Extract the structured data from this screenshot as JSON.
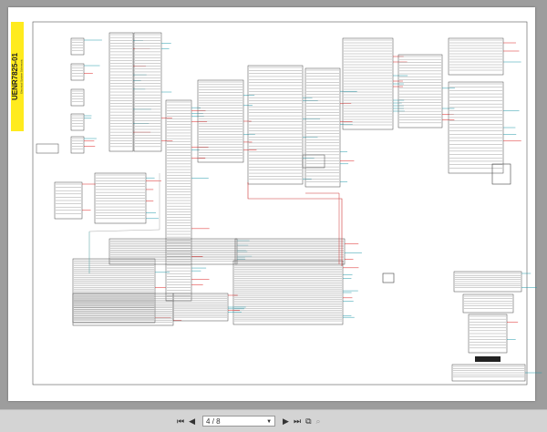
{
  "document": {
    "id_label": "UENR7825-01",
    "subtitle": "Electrical System Schematic"
  },
  "toolbar": {
    "first_icon": "⏮",
    "prev_icon": "◀",
    "page_value": "4 / 8",
    "next_icon": "▶",
    "last_icon": "⏭",
    "copy_icon": "⧉",
    "search_icon": "⌕"
  }
}
